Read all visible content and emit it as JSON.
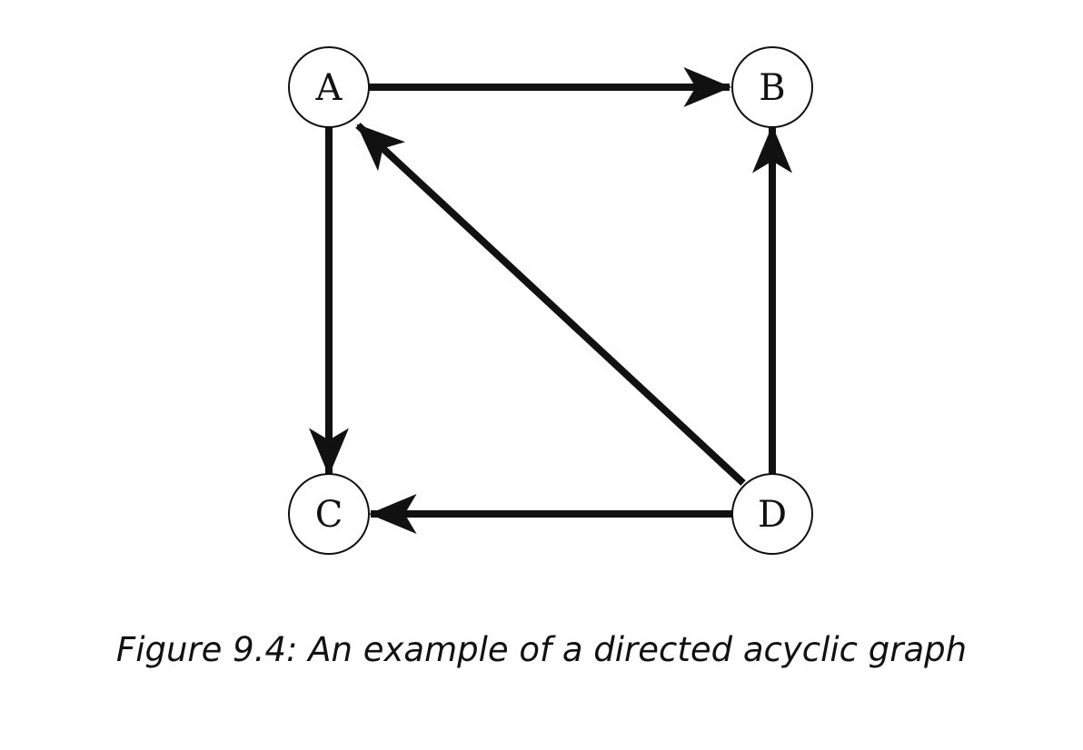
{
  "nodes": [
    {
      "id": "A",
      "label": "A"
    },
    {
      "id": "B",
      "label": "B"
    },
    {
      "id": "C",
      "label": "C"
    },
    {
      "id": "D",
      "label": "D"
    }
  ],
  "edges": [
    {
      "from": "A",
      "to": "B"
    },
    {
      "from": "A",
      "to": "C"
    },
    {
      "from": "D",
      "to": "A"
    },
    {
      "from": "D",
      "to": "B"
    },
    {
      "from": "D",
      "to": "C"
    }
  ],
  "caption": "Figure 9.4: An example of a directed acyclic graph",
  "colors": {
    "stroke": "#111111",
    "node_fill": "#ffffff"
  }
}
